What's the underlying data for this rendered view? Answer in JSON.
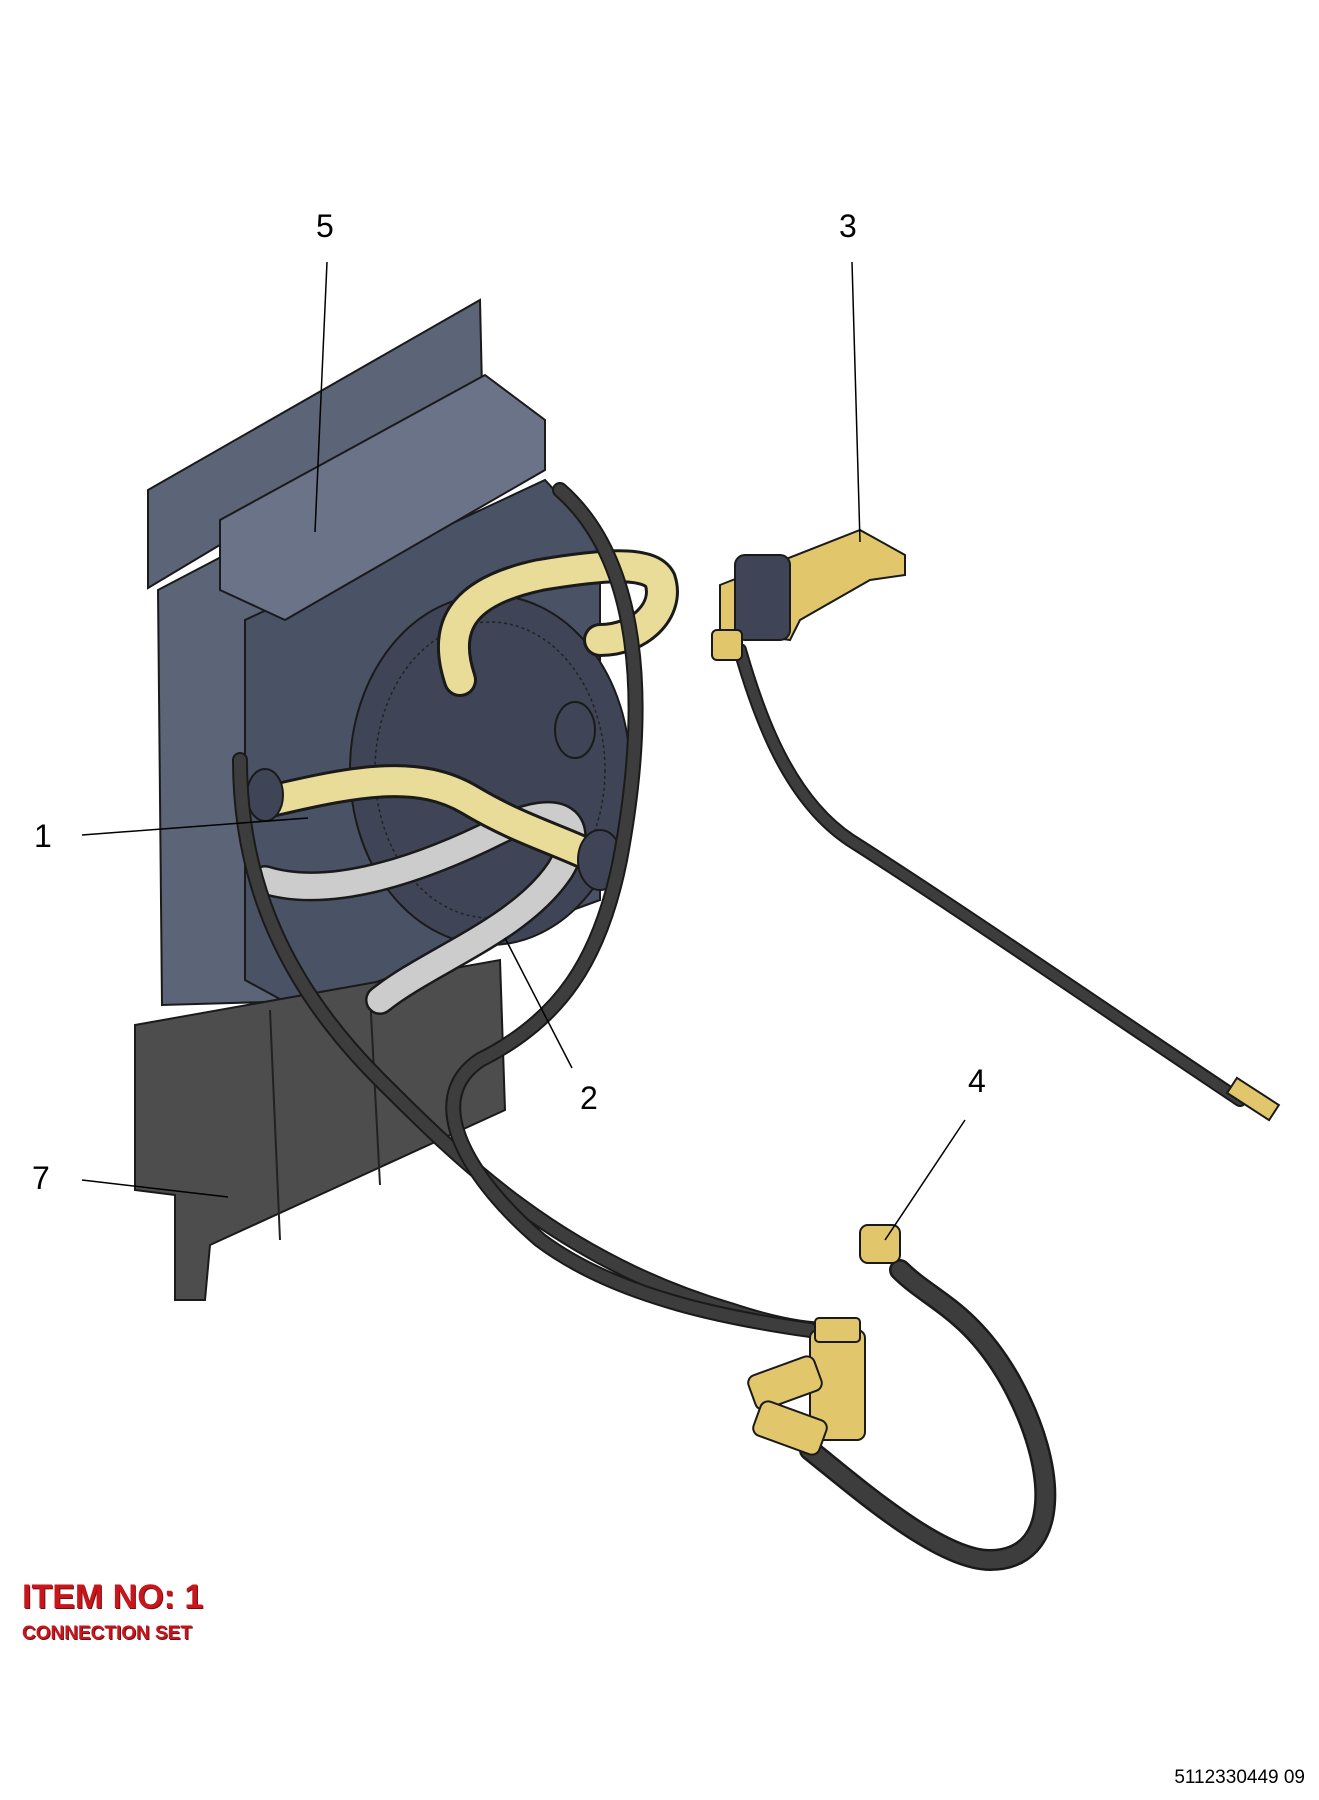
{
  "callouts": [
    {
      "id": "1",
      "label": "1"
    },
    {
      "id": "2",
      "label": "2"
    },
    {
      "id": "3",
      "label": "3"
    },
    {
      "id": "4",
      "label": "4"
    },
    {
      "id": "5",
      "label": "5"
    },
    {
      "id": "7",
      "label": "7"
    }
  ],
  "item": {
    "title": "ITEM NO: 1",
    "subtitle": "CONNECTION SET"
  },
  "reference_code": "5112330449 09",
  "colors": {
    "panel": "#5c6478",
    "panel_dark": "#3f4556",
    "hose_dark": "#3d3d3d",
    "pipe_yellow": "#e9dc98",
    "pipe_grey": "#cccccc",
    "fitting_brass": "#e1c66c",
    "shield": "#4d4d4d",
    "title_red": "#c8161d"
  }
}
